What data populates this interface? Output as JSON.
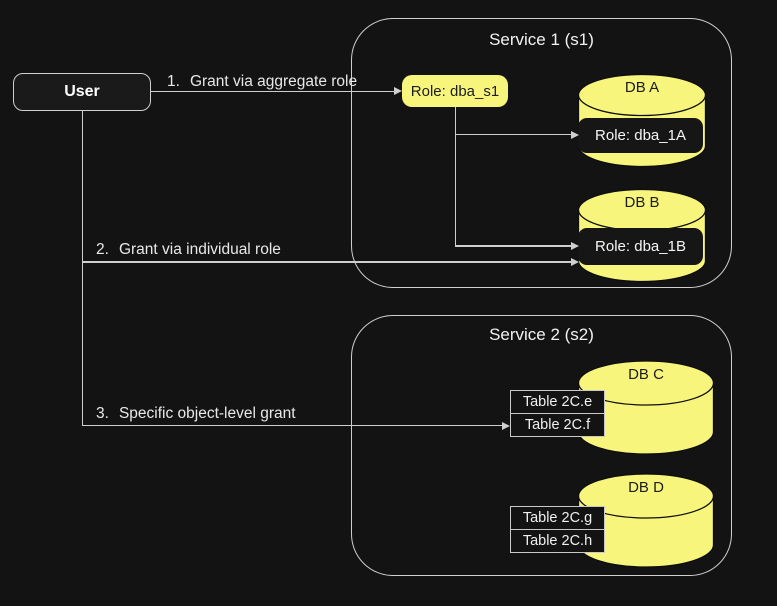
{
  "user_label": "User",
  "grants": [
    {
      "number": "1.",
      "label": "Grant via aggregate role"
    },
    {
      "number": "2.",
      "label": "Grant via individual role"
    },
    {
      "number": "3.",
      "label": "Specific object-level grant"
    }
  ],
  "service1": {
    "title": "Service 1 (s1)",
    "aggregate_role": "Role: dba_s1",
    "databases": [
      {
        "name": "DB A",
        "role": "Role: dba_1A"
      },
      {
        "name": "DB B",
        "role": "Role: dba_1B"
      }
    ]
  },
  "service2": {
    "title": "Service 2 (s2)",
    "databases": [
      {
        "name": "DB C",
        "tables": [
          "Table 2C.e",
          "Table 2C.f"
        ]
      },
      {
        "name": "DB D",
        "tables": [
          "Table 2C.g",
          "Table 2C.h"
        ]
      }
    ]
  },
  "palette": {
    "background": "#131313",
    "connector_and_borders": "#cfcfcf",
    "node_yellow": "#f8f57d",
    "dark_node_fill": "#161616",
    "light_text": "#ededed",
    "dark_text": "#1c1c1c"
  }
}
